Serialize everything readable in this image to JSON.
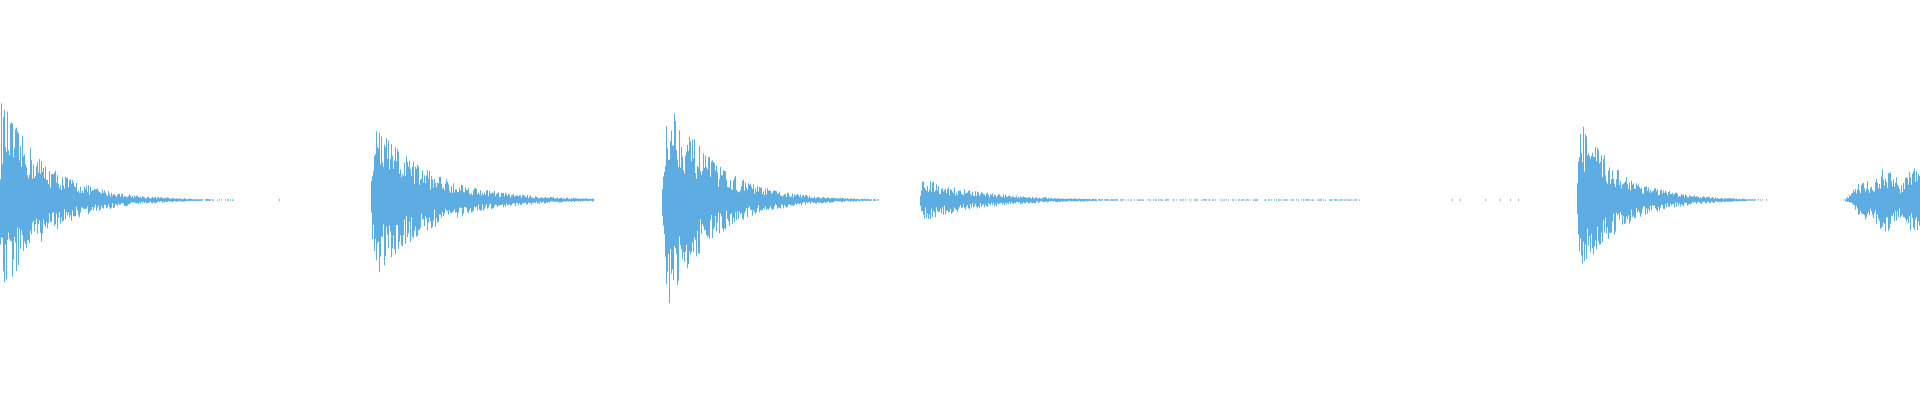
{
  "chart_data": {
    "type": "area",
    "description_kind": "audio waveform",
    "color": "#5dade2",
    "ylim": [
      -1,
      1
    ],
    "total_bins": 1920,
    "events": [
      {
        "onset": 0,
        "peak": 0.5,
        "attack": 2,
        "decay": 45,
        "tail_end": 235,
        "stray": [
          279
        ]
      },
      {
        "onset": 371,
        "peak": 0.4,
        "attack": 4,
        "decay": 55,
        "tail_end": 594,
        "stray": []
      },
      {
        "onset": 662,
        "peak": 0.54,
        "attack": 6,
        "decay": 45,
        "tail_end": 879,
        "stray": []
      },
      {
        "onset": 920,
        "peak": 0.11,
        "attack": 2,
        "decay": 60,
        "tail_end": 1360,
        "stray": [
          1320,
          1330,
          1335,
          1355,
          1452,
          1460,
          1485,
          1500,
          1510,
          1518
        ]
      },
      {
        "onset": 1577,
        "peak": 0.41,
        "attack": 3,
        "decay": 40,
        "tail_end": 1767,
        "stray": []
      },
      {
        "onset": 1843,
        "peak": 0.16,
        "attack": 30,
        "decay": 0,
        "tail_end": 1920,
        "stray": []
      }
    ]
  }
}
